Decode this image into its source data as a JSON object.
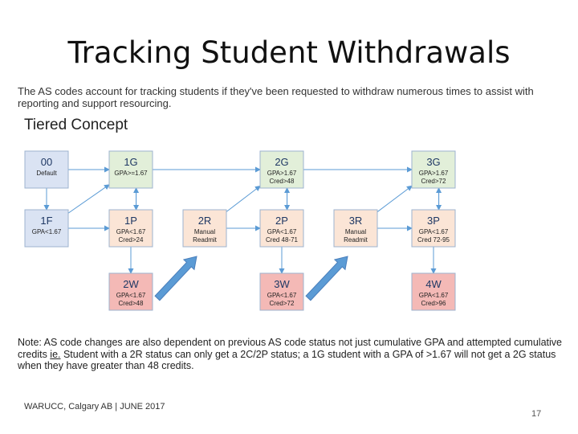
{
  "slide": {
    "title": "Tracking Student Withdrawals",
    "intro": "The AS codes account for tracking students if they've been requested to withdraw numerous times to assist with reporting and support resourcing.",
    "subtitle": "Tiered Concept",
    "note_part1": "Note: AS code changes are also dependent on previous AS code status not just cumulative GPA and attempted cumulative credits ",
    "note_le": "ie.",
    "note_part2": " Student with a 2R status can only get a 2C/2P status; a 1G student with a GPA of >1.67 will not get a 2G status when they have greater than 48 credits.",
    "footer": "WARUCC, Calgary AB | JUNE 2017",
    "page_number": "17"
  },
  "colors": {
    "blue": "#dae3f3",
    "green": "#e2efd9",
    "salmon": "#fbe5d6",
    "red": "#f4b9b6",
    "border": "#9db3cf",
    "arrow": "#5b9bd5",
    "big_arrow": "#4a7ebb"
  },
  "nodes": [
    {
      "id": "00",
      "color": "blue",
      "lines": [
        "Default"
      ]
    },
    {
      "id": "1G",
      "color": "green",
      "lines": [
        "GPA>=1.67"
      ]
    },
    {
      "id": "2G",
      "color": "green",
      "lines": [
        "GPA>1.67",
        "Cred>48"
      ]
    },
    {
      "id": "3G",
      "color": "green",
      "lines": [
        "GPA>1.67",
        "Cred>72"
      ]
    },
    {
      "id": "1F",
      "color": "blue",
      "lines": [
        "GPA<1.67"
      ]
    },
    {
      "id": "1P",
      "color": "salmon",
      "lines": [
        "GPA<1.67",
        "Cred>24"
      ]
    },
    {
      "id": "2R",
      "color": "salmon",
      "lines": [
        "Manual",
        "Readmit"
      ]
    },
    {
      "id": "2P",
      "color": "salmon",
      "lines": [
        "GPA<1.67",
        "Cred 48-71"
      ]
    },
    {
      "id": "3R",
      "color": "salmon",
      "lines": [
        "Manual",
        "Readmit"
      ]
    },
    {
      "id": "3P",
      "color": "salmon",
      "lines": [
        "GPA<1.67",
        "Cred 72-95"
      ]
    },
    {
      "id": "2W",
      "color": "red",
      "lines": [
        "GPA<1.67",
        "Cred>48"
      ]
    },
    {
      "id": "3W",
      "color": "red",
      "lines": [
        "GPA<1.67",
        "Cred>72"
      ]
    },
    {
      "id": "4W",
      "color": "red",
      "lines": [
        "GPA<1.67",
        "Cred>96"
      ]
    }
  ],
  "edges": [
    [
      "00",
      "1G"
    ],
    [
      "00",
      "1F"
    ],
    [
      "1G",
      "1P"
    ],
    [
      "1F",
      "1P"
    ],
    [
      "1P",
      "2W"
    ],
    [
      "1F",
      "1G"
    ],
    [
      "1P",
      "1G"
    ],
    [
      "1G",
      "2G"
    ],
    [
      "2R",
      "2G"
    ],
    [
      "2R",
      "2P"
    ],
    [
      "2G",
      "2P"
    ],
    [
      "2P",
      "2G"
    ],
    [
      "2P",
      "3W"
    ],
    [
      "2G",
      "3G"
    ],
    [
      "3R",
      "3G"
    ],
    [
      "3R",
      "3P"
    ],
    [
      "3G",
      "3P"
    ],
    [
      "3P",
      "3G"
    ],
    [
      "3P",
      "4W"
    ]
  ],
  "big_arrows": [
    {
      "from": "2W",
      "to": "2R"
    },
    {
      "from": "3W",
      "to": "3R"
    }
  ]
}
